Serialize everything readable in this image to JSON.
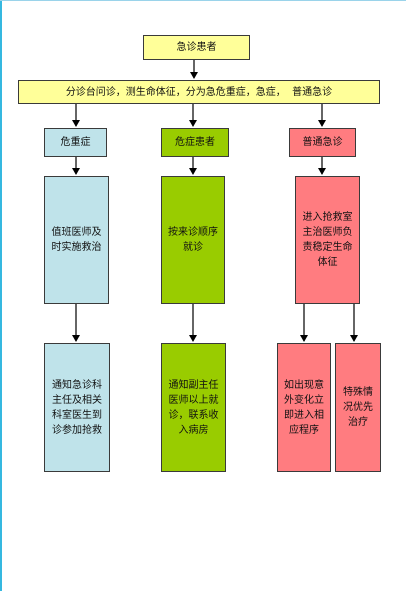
{
  "top_box": "急诊患者",
  "triage_bar": "分诊台问诊，测生命体征，分为急危重症，急症，  普通急诊",
  "columns": [
    {
      "header": "危重症",
      "step1": "值班医师及时实施救治",
      "step2": "通知急诊科主任及相关科室医生到诊参加抢救",
      "color": "#bfe3ea"
    },
    {
      "header": "危症患者",
      "step1": "按来诊顺序就诊",
      "step2": "通知副主任医师以上就诊，联系收入病房",
      "color": "#99cc00"
    },
    {
      "header": "普通急诊",
      "step1": "进入抢救室主治医师负责稳定生命体征",
      "step2a": "如出现意外变化立即进入相应程序",
      "step2b": "特殊情况优先治疗",
      "color": "#ff7c80"
    }
  ]
}
